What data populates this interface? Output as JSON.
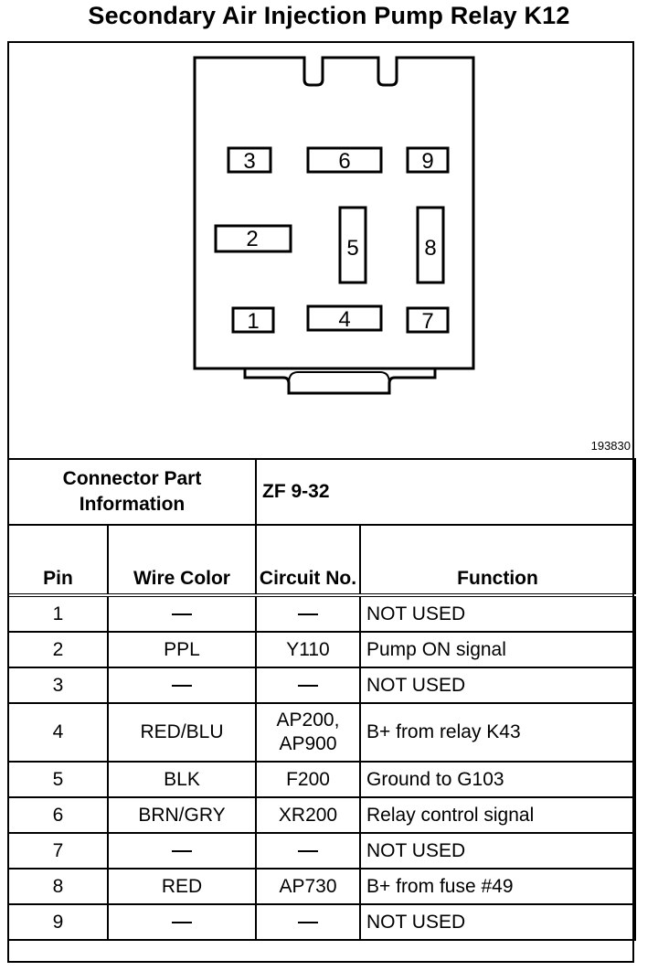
{
  "title": "Secondary Air Injection Pump Relay K12",
  "figure_number": "193830",
  "connector_pins": {
    "p1": "1",
    "p2": "2",
    "p3": "3",
    "p4": "4",
    "p5": "5",
    "p6": "6",
    "p7": "7",
    "p8": "8",
    "p9": "9"
  },
  "connector_info": {
    "label": "Connector Part Information",
    "value": "ZF 9-32"
  },
  "pin_table": {
    "headers": {
      "pin": "Pin",
      "wire_color": "Wire Color",
      "circuit": "Circuit No.",
      "function": "Function"
    },
    "rows": [
      {
        "pin": "1",
        "wire": "",
        "circuit": "",
        "function": "NOT USED"
      },
      {
        "pin": "2",
        "wire": "PPL",
        "circuit": "Y110",
        "function": "Pump ON signal"
      },
      {
        "pin": "3",
        "wire": "",
        "circuit": "",
        "function": "NOT USED"
      },
      {
        "pin": "4",
        "wire": "RED/BLU",
        "circuit": "AP200, AP900",
        "function": "B+ from relay K43"
      },
      {
        "pin": "5",
        "wire": "BLK",
        "circuit": "F200",
        "function": "Ground to G103"
      },
      {
        "pin": "6",
        "wire": "BRN/GRY",
        "circuit": "XR200",
        "function": "Relay control signal"
      },
      {
        "pin": "7",
        "wire": "",
        "circuit": "",
        "function": "NOT USED"
      },
      {
        "pin": "8",
        "wire": "RED",
        "circuit": "AP730",
        "function": "B+ from fuse #49"
      },
      {
        "pin": "9",
        "wire": "",
        "circuit": "",
        "function": "NOT USED"
      }
    ]
  }
}
